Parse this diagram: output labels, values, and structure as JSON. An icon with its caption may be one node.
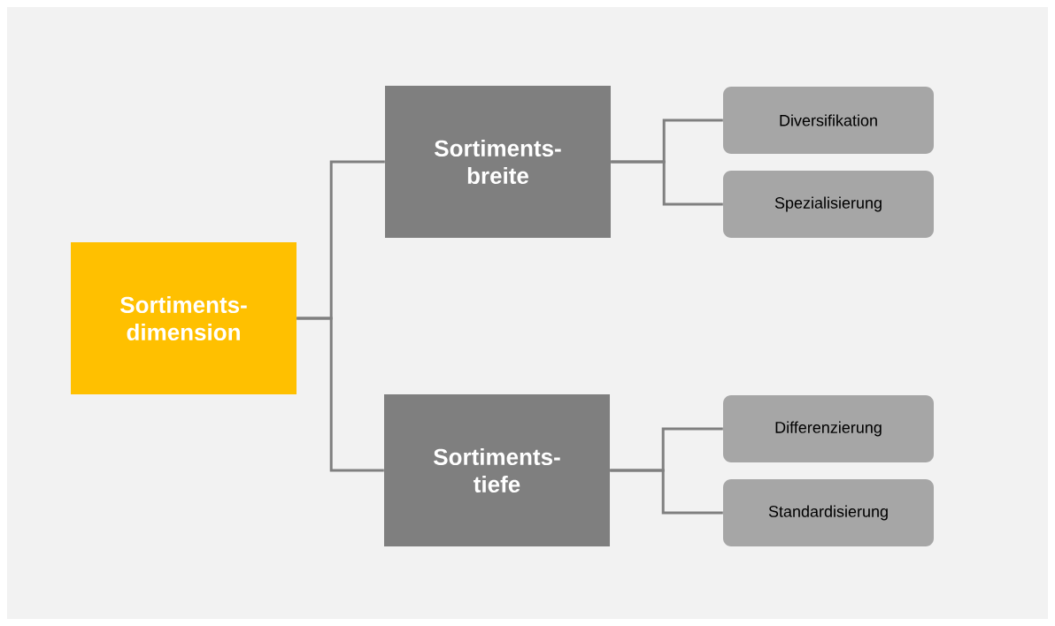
{
  "diagram": {
    "nodes": [
      {
        "text": [
          "Sortiments- dimension"
        ]
      },
      {
        "text": [
          "Sortiments- breite"
        ]
      },
      {
        "text": [
          "Sortiments- tiefe"
        ]
      },
      {
        "text": [
          "Diversifikation"
        ]
      },
      {
        "text": [
          "Spezialisierung"
        ]
      },
      {
        "text": [
          "Differenzierung"
        ]
      },
      {
        "text": [
          "Standardisierung"
        ]
      }
    ],
    "edges": [
      {
        "from": 0,
        "to": 1,
        "arrow": "none"
      },
      {
        "from": 0,
        "to": 2,
        "arrow": "none"
      },
      {
        "from": 1,
        "to": 3,
        "arrow": "none"
      },
      {
        "from": 1,
        "to": 4,
        "arrow": "none"
      },
      {
        "from": 2,
        "to": 5,
        "arrow": "none"
      },
      {
        "from": 2,
        "to": 6,
        "arrow": "none"
      }
    ]
  }
}
